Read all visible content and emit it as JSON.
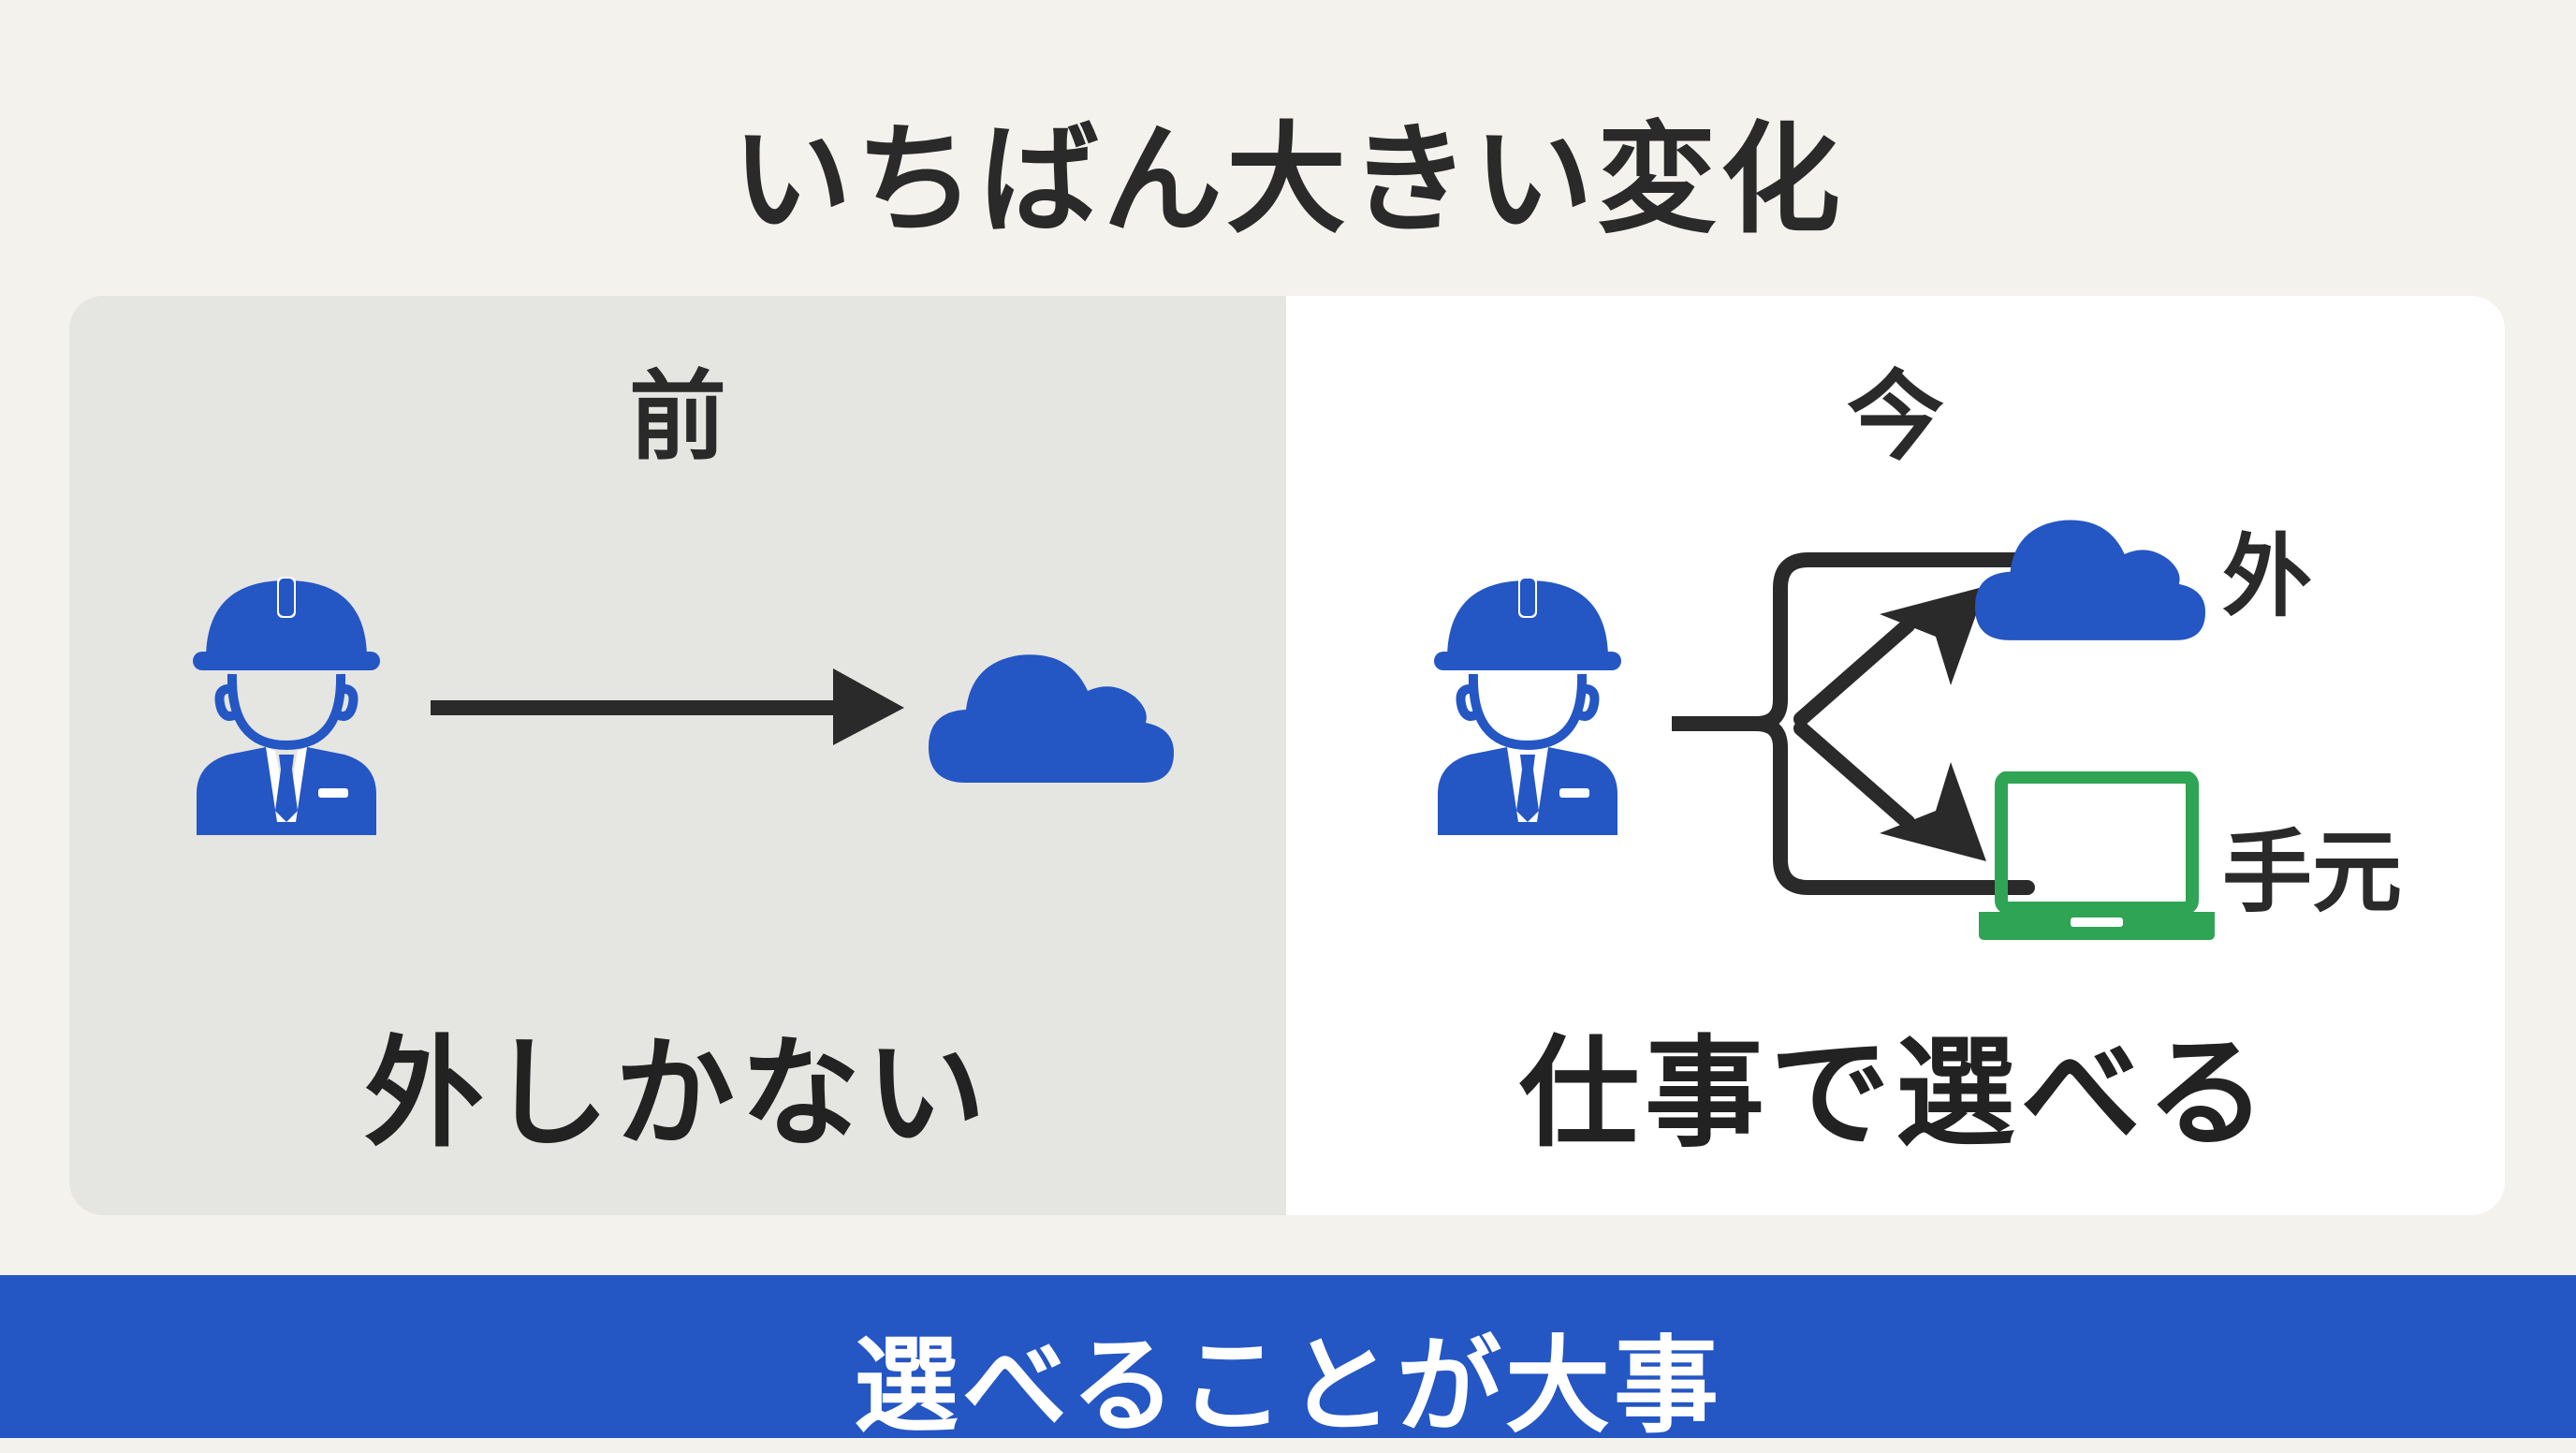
{
  "title": "いちばん大きい変化",
  "before": {
    "label": "前",
    "caption": "外しかない"
  },
  "now": {
    "label": "今",
    "caption": "仕事で選べる",
    "option_cloud": "外",
    "option_local": "手元"
  },
  "banner": {
    "text": "選べることが大事"
  },
  "icons": {
    "worker": "worker-hardhat-icon",
    "cloud": "cloud-icon",
    "laptop": "laptop-icon",
    "arrow": "arrow-right-icon",
    "branch": "branch-arrows-icon"
  },
  "colors": {
    "background": "#f4f2ec",
    "before_panel": "#e5e5e2",
    "now_panel": "#ffffff",
    "accent_blue": "#2456c4",
    "laptop_green": "#2ea454",
    "text_dark": "#2a2a2a"
  }
}
